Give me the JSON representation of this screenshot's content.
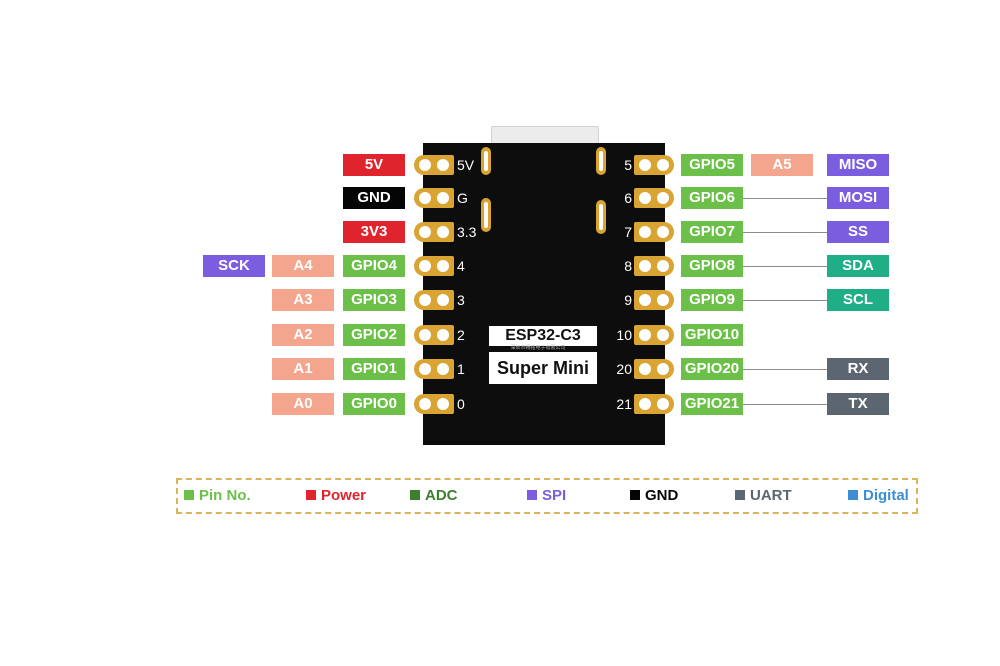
{
  "colors": {
    "pin_no": "#6cc04a",
    "power": "#e0242e",
    "adc": "#f4a58d",
    "spi": "#7b5ee0",
    "gnd": "#050505",
    "uart": "#5c6670",
    "digital": "#3d8fd1",
    "i2c": "#1fae86",
    "pad": "#d9a431"
  },
  "board": {
    "chip_label": "ESP32-C3",
    "small_print": "深圳市畅铭电子有限公司",
    "name_label": "Super Mini"
  },
  "left_pins": [
    {
      "pad": "5V",
      "labels": [
        {
          "text": "5V",
          "color": "#e0242e"
        }
      ]
    },
    {
      "pad": "G",
      "labels": [
        {
          "text": "GND",
          "color": "#050505"
        }
      ]
    },
    {
      "pad": "3.3",
      "labels": [
        {
          "text": "3V3",
          "color": "#e0242e"
        }
      ]
    },
    {
      "pad": "4",
      "labels": [
        {
          "text": "GPIO4",
          "color": "#6cc04a"
        },
        {
          "text": "A4",
          "color": "#f4a58d"
        },
        {
          "text": "SCK",
          "color": "#7b5ee0"
        }
      ]
    },
    {
      "pad": "3",
      "labels": [
        {
          "text": "GPIO3",
          "color": "#6cc04a"
        },
        {
          "text": "A3",
          "color": "#f4a58d"
        }
      ]
    },
    {
      "pad": "2",
      "labels": [
        {
          "text": "GPIO2",
          "color": "#6cc04a"
        },
        {
          "text": "A2",
          "color": "#f4a58d"
        }
      ]
    },
    {
      "pad": "1",
      "labels": [
        {
          "text": "GPIO1",
          "color": "#6cc04a"
        },
        {
          "text": "A1",
          "color": "#f4a58d"
        }
      ]
    },
    {
      "pad": "0",
      "labels": [
        {
          "text": "GPIO0",
          "color": "#6cc04a"
        },
        {
          "text": "A0",
          "color": "#f4a58d"
        }
      ]
    }
  ],
  "right_pins": [
    {
      "pad": "5",
      "gpio": "GPIO5",
      "adc": "A5",
      "func": {
        "text": "MISO",
        "color": "#7b5ee0"
      }
    },
    {
      "pad": "6",
      "gpio": "GPIO6",
      "adc": "",
      "func": {
        "text": "MOSI",
        "color": "#7b5ee0"
      }
    },
    {
      "pad": "7",
      "gpio": "GPIO7",
      "adc": "",
      "func": {
        "text": "SS",
        "color": "#7b5ee0"
      }
    },
    {
      "pad": "8",
      "gpio": "GPIO8",
      "adc": "",
      "func": {
        "text": "SDA",
        "color": "#1fae86"
      }
    },
    {
      "pad": "9",
      "gpio": "GPIO9",
      "adc": "",
      "func": {
        "text": "SCL",
        "color": "#1fae86"
      }
    },
    {
      "pad": "10",
      "gpio": "GPIO10",
      "adc": "",
      "func": null
    },
    {
      "pad": "20",
      "gpio": "GPIO20",
      "adc": "",
      "func": {
        "text": "RX",
        "color": "#5c6670"
      }
    },
    {
      "pad": "21",
      "gpio": "GPIO21",
      "adc": "",
      "func": {
        "text": "TX",
        "color": "#5c6670"
      }
    }
  ],
  "legend": [
    {
      "text": "Pin No.",
      "color": "#6cc04a"
    },
    {
      "text": "Power",
      "color": "#e0242e"
    },
    {
      "text": "ADC",
      "color": "#3e7f2e"
    },
    {
      "text": "SPI",
      "color": "#7b5ee0"
    },
    {
      "text": "GND",
      "color": "#050505"
    },
    {
      "text": "UART",
      "color": "#5c6670"
    },
    {
      "text": "Digital",
      "color": "#3d8fd1"
    }
  ]
}
